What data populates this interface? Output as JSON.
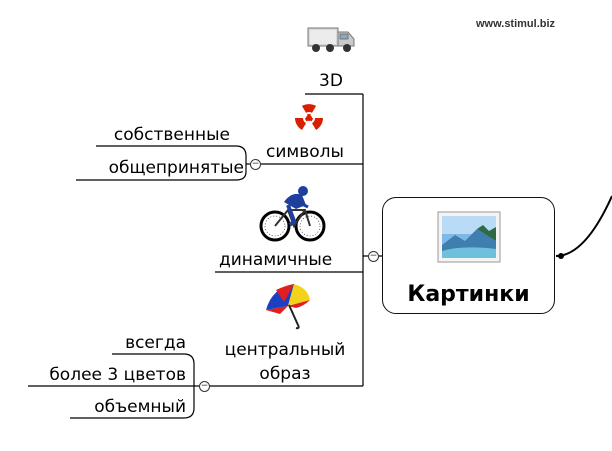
{
  "watermark": "www.stimul.biz",
  "central": {
    "title": "Картинки",
    "icon": "picture-icon"
  },
  "branches": {
    "three_d": {
      "label": "3D",
      "icon": "truck-icon"
    },
    "symbols": {
      "label": "символы",
      "icon": "radiation-symbol-icon",
      "children": [
        "собственные",
        "общепринятые"
      ]
    },
    "dynamic": {
      "label": "динамичные",
      "icon": "cyclist-icon"
    },
    "central_image": {
      "label_line1": "центральный",
      "label_line2": "образ",
      "icon": "umbrella-icon",
      "children": [
        "всегда",
        "более 3 цветов",
        "объемный"
      ]
    }
  },
  "colors": {
    "line": "#000000",
    "umbrella_red": "#e02020",
    "umbrella_yellow": "#f2d21b",
    "umbrella_blue": "#1d3fc2",
    "radiation_red": "#d81f00",
    "cyclist_blue": "#1f3f9f"
  }
}
